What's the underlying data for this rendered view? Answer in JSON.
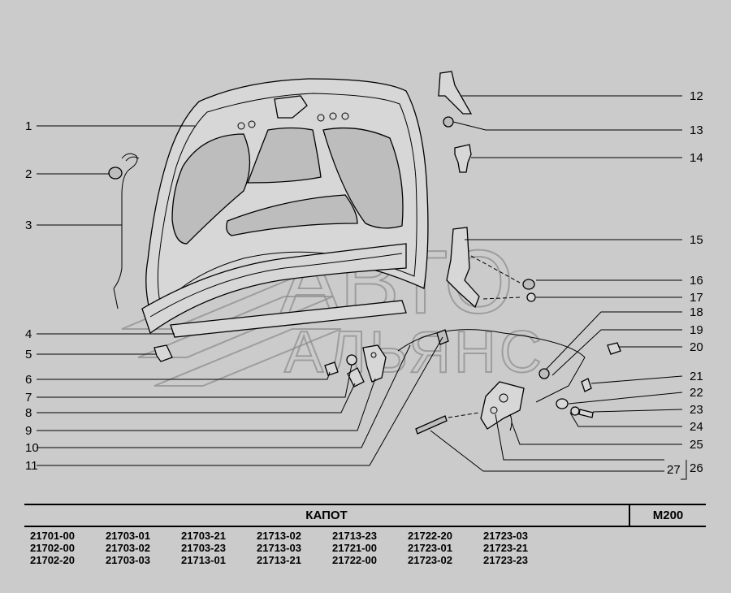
{
  "callouts": {
    "left": [
      "1",
      "2",
      "3",
      "4",
      "5",
      "6",
      "7",
      "8",
      "9",
      "10",
      "11"
    ],
    "right": [
      "12",
      "13",
      "14",
      "15",
      "16",
      "17",
      "18",
      "19",
      "20",
      "21",
      "22",
      "23",
      "24",
      "25",
      "27",
      "26"
    ]
  },
  "watermark": {
    "line1": "АВТО",
    "line2": "АЛЬЯНС"
  },
  "title": "КАПОТ",
  "code": "M200",
  "models": [
    "21701-00",
    "21703-01",
    "21703-21",
    "21713-02",
    "21713-23",
    "21722-20",
    "21723-03",
    "21702-00",
    "21703-02",
    "21703-23",
    "21713-03",
    "21721-00",
    "21723-01",
    "21723-21",
    "21702-20",
    "21703-03",
    "21713-01",
    "21713-21",
    "21722-00",
    "21723-02",
    "21723-23"
  ]
}
